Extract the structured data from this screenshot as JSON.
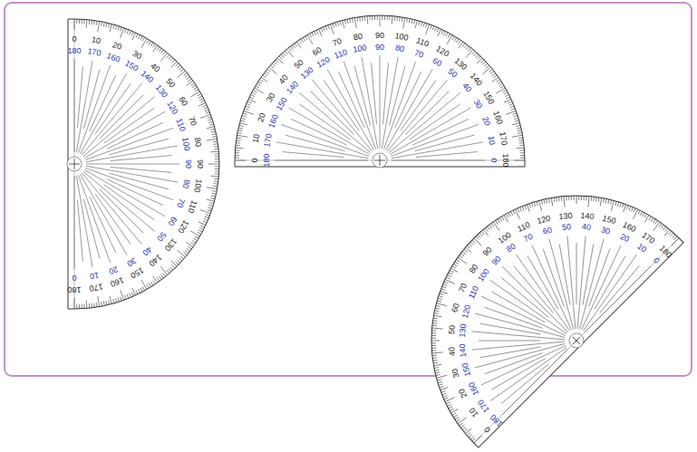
{
  "diagram": {
    "labels": [
      "0",
      "10",
      "20",
      "30",
      "40",
      "50",
      "60",
      "70",
      "80",
      "90",
      "100",
      "110",
      "120",
      "130",
      "140",
      "150",
      "160",
      "170",
      "180",
      "180",
      "170",
      "160",
      "150",
      "140",
      "130",
      "120",
      "110",
      "100",
      "90",
      "80",
      "70",
      "60",
      "50",
      "40",
      "30",
      "20",
      "10",
      "0",
      "0",
      "10",
      "20",
      "30",
      "40",
      "50",
      "60",
      "70",
      "80",
      "90",
      "100",
      "110",
      "120",
      "130",
      "140",
      "150",
      "160",
      "170",
      "180",
      "180",
      "170",
      "160",
      "150",
      "140",
      "130",
      "120",
      "110",
      "100",
      "90",
      "80",
      "70",
      "60",
      "50",
      "40",
      "30",
      "20",
      "10",
      "0",
      "0",
      "10",
      "20",
      "30",
      "40",
      "50",
      "60",
      "70",
      "80",
      "90",
      "100",
      "110",
      "120",
      "130",
      "140",
      "150",
      "160",
      "170",
      "180",
      "180",
      "170",
      "160",
      "150",
      "140",
      "130",
      "120",
      "110",
      "100",
      "90",
      "80",
      "70",
      "60",
      "50",
      "40",
      "30",
      "20",
      "10",
      "0"
    ]
  }
}
